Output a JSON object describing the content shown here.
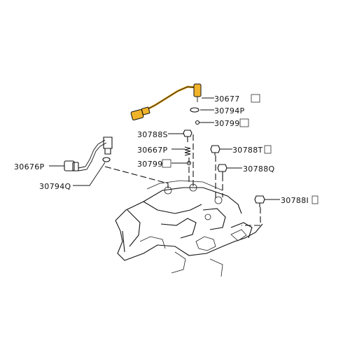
{
  "labels": {
    "p30677": "30677",
    "p30794p": "30794P",
    "p30799a": "30799",
    "p30788s": "30788S",
    "p30788t": "30788T",
    "p30667p": "30667P",
    "p30799b": "30799",
    "p30788q": "30788Q",
    "p30676p": "30676P",
    "p30794q": "30794Q",
    "p30788i": "30788I"
  },
  "colors": {
    "highlight": "#e2a21b",
    "line": "#111111"
  }
}
